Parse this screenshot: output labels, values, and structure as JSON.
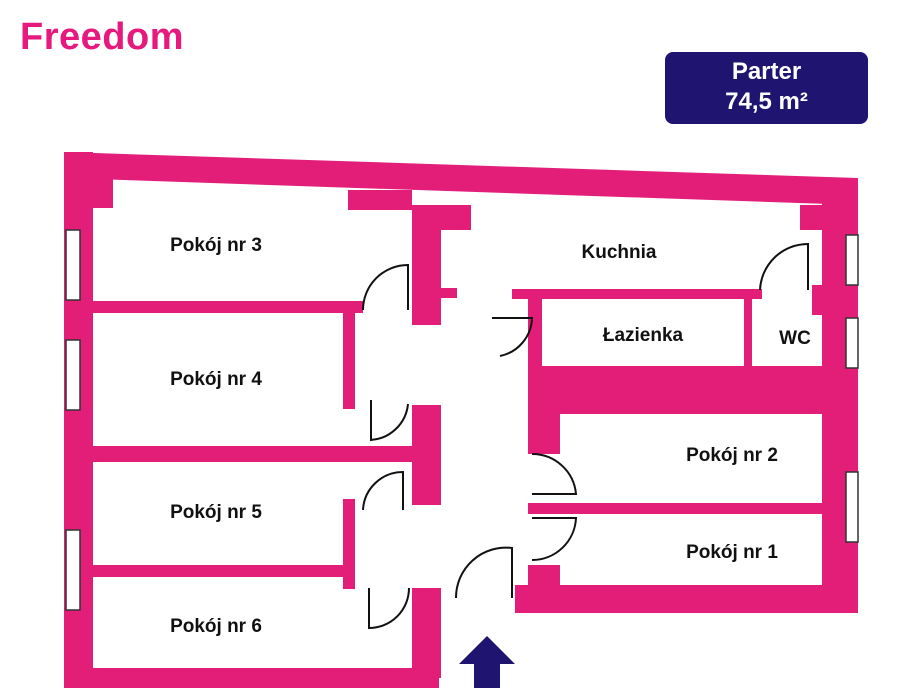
{
  "brand": {
    "logo_text": "Freedom",
    "color": "#e6197e"
  },
  "level": {
    "name": "Parter",
    "area": "74,5 m²",
    "badge_color": "#1f1570"
  },
  "plan": {
    "wall_color": "#e21e79",
    "arrow_color": "#1f1570",
    "rooms": {
      "pokoj3": "Pokój nr 3",
      "pokoj4": "Pokój nr 4",
      "pokoj5": "Pokój nr 5",
      "pokoj6": "Pokój nr 6",
      "kuchnia": "Kuchnia",
      "lazienka": "Łazienka",
      "wc": "WC",
      "pokoj2": "Pokój nr 2",
      "pokoj1": "Pokój nr 1"
    },
    "entrance_icon": "arrow-up-icon"
  }
}
